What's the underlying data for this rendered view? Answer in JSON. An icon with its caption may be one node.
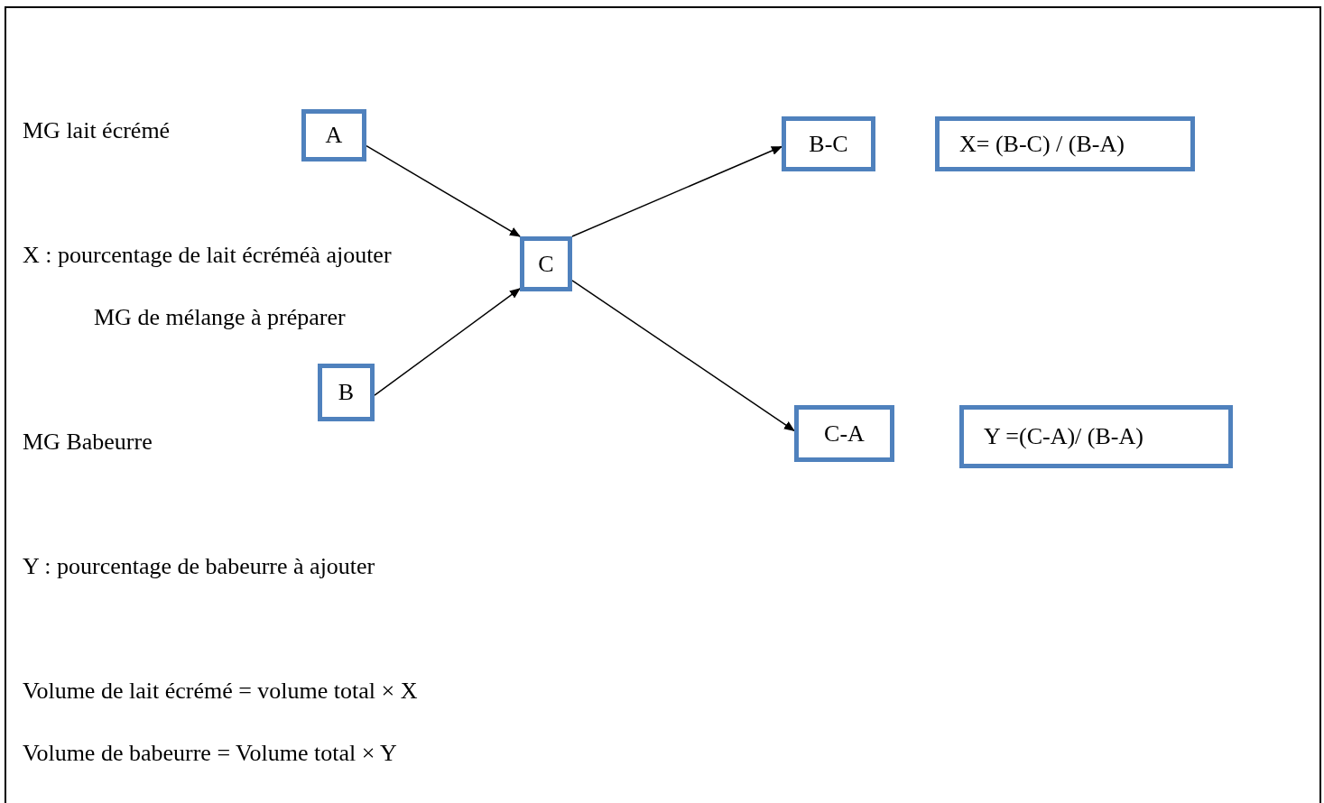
{
  "diagram": {
    "nodes": [
      {
        "text": [
          "A"
        ]
      },
      {
        "text": [
          "B"
        ]
      },
      {
        "text": [
          "C"
        ]
      },
      {
        "text": [
          "B-C"
        ]
      },
      {
        "text": [
          "X= (B-C) / (B-A)"
        ]
      },
      {
        "text": [
          "C-A"
        ]
      },
      {
        "text": [
          "Y =(C-A)/ (B-A)"
        ]
      }
    ],
    "edges": [
      {
        "from": 0,
        "to": 2,
        "arrow": "to"
      },
      {
        "from": 1,
        "to": 2,
        "arrow": "to"
      },
      {
        "from": 2,
        "to": 3,
        "arrow": "to"
      },
      {
        "from": 2,
        "to": 5,
        "arrow": "to"
      }
    ],
    "labels": [
      "MG lait écrémé",
      "X : pourcentage de lait écréméà ajouter",
      "MG de mélange à préparer",
      "MG Babeurre",
      "Y : pourcentage de babeurre à ajouter",
      "Volume de lait écrémé = volume total × X",
      "Volume de babeurre = Volume total × Y"
    ]
  }
}
